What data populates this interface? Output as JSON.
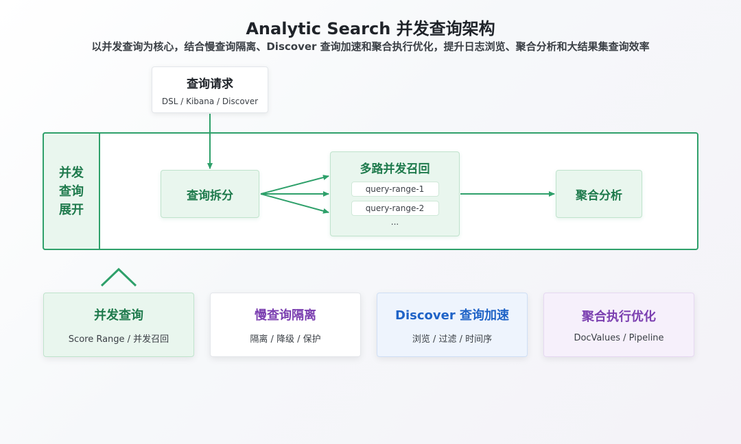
{
  "header": {
    "title": "Analytic Search 并发查询架构",
    "subtitle": "以并发查询为核心，结合慢查询隔离、Discover 查询加速和聚合执行优化，提升日志浏览、聚合分析和大结果集查询效率"
  },
  "request": {
    "title": "查询请求",
    "sub": "DSL / Kibana / Discover"
  },
  "frame": {
    "label": "并发查询展开"
  },
  "flow": {
    "split": "查询拆分",
    "recall": {
      "title": "多路并发召回",
      "ranges": [
        "query-range-1",
        "query-range-2"
      ],
      "more": "..."
    },
    "agg": "聚合分析"
  },
  "cards": [
    {
      "title": "并发查询",
      "sub": "Score Range / 并发召回",
      "color": "#1e7a4c"
    },
    {
      "title": "慢查询隔离",
      "sub": "隔离 / 降级 / 保护",
      "color": "#7b3fb0"
    },
    {
      "title": "Discover 查询加速",
      "sub": "浏览 / 过滤 / 时间序",
      "color": "#1f63c7"
    },
    {
      "title": "聚合执行优化",
      "sub": "DocValues / Pipeline",
      "color": "#7b3fb0"
    }
  ],
  "colors": {
    "accent": "#2ea06a",
    "accent_dark": "#1e7a4c"
  }
}
